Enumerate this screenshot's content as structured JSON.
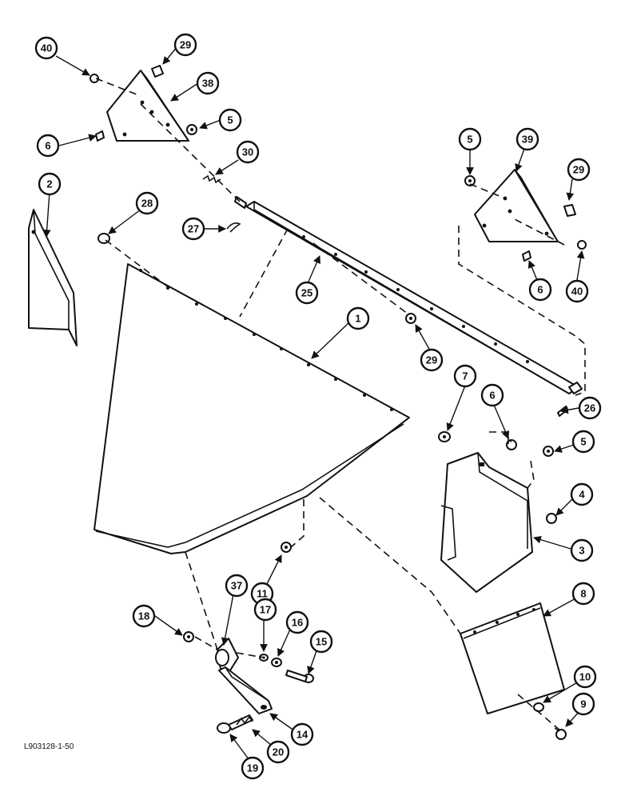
{
  "drawing_code": "L903128-1-50",
  "callouts": {
    "c1": "1",
    "c2": "2",
    "c3": "3",
    "c4": "4",
    "c5a": "5",
    "c5b": "5",
    "c5c": "5",
    "c6a": "6",
    "c6b": "6",
    "c6c": "6",
    "c7": "7",
    "c8": "8",
    "c9": "9",
    "c10": "10",
    "c11": "11",
    "c14": "14",
    "c15": "15",
    "c16": "16",
    "c17": "17",
    "c18": "18",
    "c19": "19",
    "c20": "20",
    "c25": "25",
    "c26": "26",
    "c27": "27",
    "c28": "28",
    "c29a": "29",
    "c29b": "29",
    "c29c": "29",
    "c30": "30",
    "c37": "37",
    "c38": "38",
    "c39": "39",
    "c40a": "40",
    "c40b": "40"
  }
}
